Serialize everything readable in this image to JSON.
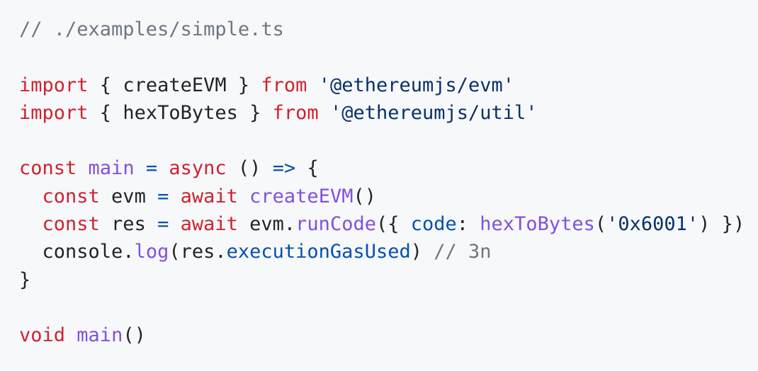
{
  "code_block": {
    "language": "typescript",
    "colors": {
      "background": "#f6f8fa",
      "text": "#1f2328",
      "keyword": "#cf222e",
      "function": "#8250df",
      "operator_property": "#0550ae",
      "string": "#0a3069",
      "comment": "#6e7781"
    },
    "lines": [
      {
        "tokens": [
          {
            "t": "cm",
            "v": "// ./examples/simple.ts"
          }
        ]
      },
      {
        "tokens": []
      },
      {
        "tokens": [
          {
            "t": "kw",
            "v": "import"
          },
          {
            "t": "pl",
            "v": " { createEVM } "
          },
          {
            "t": "kw",
            "v": "from"
          },
          {
            "t": "pl",
            "v": " "
          },
          {
            "t": "str",
            "v": "'@ethereumjs/evm'"
          }
        ]
      },
      {
        "tokens": [
          {
            "t": "kw",
            "v": "import"
          },
          {
            "t": "pl",
            "v": " { hexToBytes } "
          },
          {
            "t": "kw",
            "v": "from"
          },
          {
            "t": "pl",
            "v": " "
          },
          {
            "t": "str",
            "v": "'@ethereumjs/util'"
          }
        ]
      },
      {
        "tokens": []
      },
      {
        "tokens": [
          {
            "t": "kw",
            "v": "const"
          },
          {
            "t": "pl",
            "v": " "
          },
          {
            "t": "fn",
            "v": "main"
          },
          {
            "t": "pl",
            "v": " "
          },
          {
            "t": "op",
            "v": "="
          },
          {
            "t": "pl",
            "v": " "
          },
          {
            "t": "kw",
            "v": "async"
          },
          {
            "t": "pl",
            "v": " () "
          },
          {
            "t": "op",
            "v": "=>"
          },
          {
            "t": "pl",
            "v": " {"
          }
        ]
      },
      {
        "tokens": [
          {
            "t": "pl",
            "v": "  "
          },
          {
            "t": "kw",
            "v": "const"
          },
          {
            "t": "pl",
            "v": " evm "
          },
          {
            "t": "op",
            "v": "="
          },
          {
            "t": "pl",
            "v": " "
          },
          {
            "t": "kw",
            "v": "await"
          },
          {
            "t": "pl",
            "v": " "
          },
          {
            "t": "fn",
            "v": "createEVM"
          },
          {
            "t": "pl",
            "v": "()"
          }
        ]
      },
      {
        "tokens": [
          {
            "t": "pl",
            "v": "  "
          },
          {
            "t": "kw",
            "v": "const"
          },
          {
            "t": "pl",
            "v": " res "
          },
          {
            "t": "op",
            "v": "="
          },
          {
            "t": "pl",
            "v": " "
          },
          {
            "t": "kw",
            "v": "await"
          },
          {
            "t": "pl",
            "v": " evm."
          },
          {
            "t": "fn",
            "v": "runCode"
          },
          {
            "t": "pl",
            "v": "({ "
          },
          {
            "t": "prop",
            "v": "code"
          },
          {
            "t": "pl",
            "v": ": "
          },
          {
            "t": "fn",
            "v": "hexToBytes"
          },
          {
            "t": "pl",
            "v": "("
          },
          {
            "t": "str",
            "v": "'0x6001'"
          },
          {
            "t": "pl",
            "v": ") })"
          }
        ]
      },
      {
        "tokens": [
          {
            "t": "pl",
            "v": "  console."
          },
          {
            "t": "fn",
            "v": "log"
          },
          {
            "t": "pl",
            "v": "(res."
          },
          {
            "t": "prop",
            "v": "executionGasUsed"
          },
          {
            "t": "pl",
            "v": ") "
          },
          {
            "t": "cm",
            "v": "// 3n"
          }
        ]
      },
      {
        "tokens": [
          {
            "t": "pl",
            "v": "}"
          }
        ]
      },
      {
        "tokens": []
      },
      {
        "tokens": [
          {
            "t": "kw",
            "v": "void"
          },
          {
            "t": "pl",
            "v": " "
          },
          {
            "t": "fn",
            "v": "main"
          },
          {
            "t": "pl",
            "v": "()"
          }
        ]
      }
    ]
  }
}
